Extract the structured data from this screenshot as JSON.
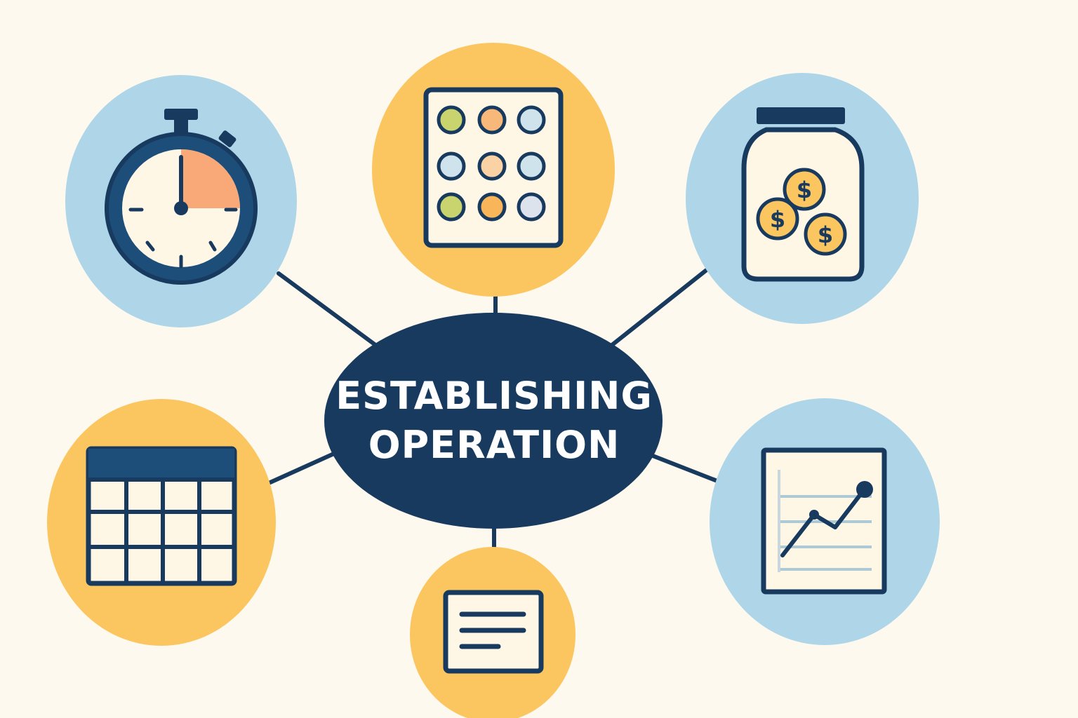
{
  "title": {
    "line1": "ESTABLISHING",
    "line2": "OPERATION"
  },
  "colors": {
    "background": "#FDF9EE",
    "navy": "#173A5E",
    "light_blue": "#AED6E8",
    "yellow": "#FBC65F",
    "orange": "#F8A06A",
    "cream": "#FFF7E6"
  },
  "nodes": [
    {
      "name": "timer-node",
      "icon": "stopwatch-icon",
      "color": "light_blue"
    },
    {
      "name": "pill-grid-node",
      "icon": "dot-grid-icon",
      "color": "yellow"
    },
    {
      "name": "savings-jar-node",
      "icon": "coin-jar-icon",
      "color": "light_blue"
    },
    {
      "name": "calendar-node",
      "icon": "calendar-icon",
      "color": "yellow"
    },
    {
      "name": "document-node",
      "icon": "document-icon",
      "color": "yellow"
    },
    {
      "name": "growth-chart-node",
      "icon": "line-chart-icon",
      "color": "light_blue"
    }
  ],
  "coin_symbol": "$"
}
